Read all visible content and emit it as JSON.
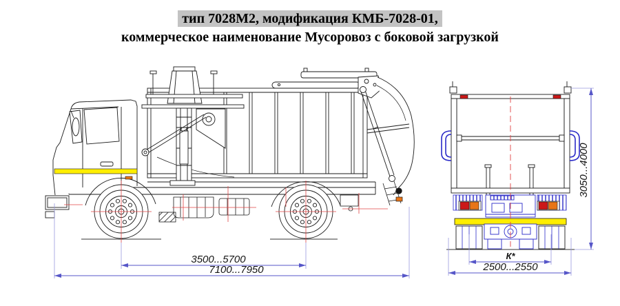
{
  "title": {
    "line1": "тип 7028М2, модификация КМБ-7028-01,",
    "line2": "коммерческое наименование Мусоровоз с боковой загрузкой"
  },
  "views": {
    "side": {
      "label": "side view of chassis with side-loading refuse body",
      "dims": {
        "wheelbase": "3500...5700",
        "overall_length": "7100...7950"
      }
    },
    "rear": {
      "label": "rear view",
      "dims": {
        "overall_height": "3050...4000",
        "track": "К*",
        "overall_width": "2500...2550"
      }
    }
  },
  "colors": {
    "outline": "#1a1a1a",
    "dimension_line": "#5656c8",
    "extension_line": "#9a9ade",
    "centerline_red": "#e04444",
    "detail_blue": "#2a2ac8",
    "stripe_yellow": "#ffee00",
    "light_red": "#cc1818",
    "light_orange": "#e87518",
    "title_highlight": "#c3c3c3"
  }
}
